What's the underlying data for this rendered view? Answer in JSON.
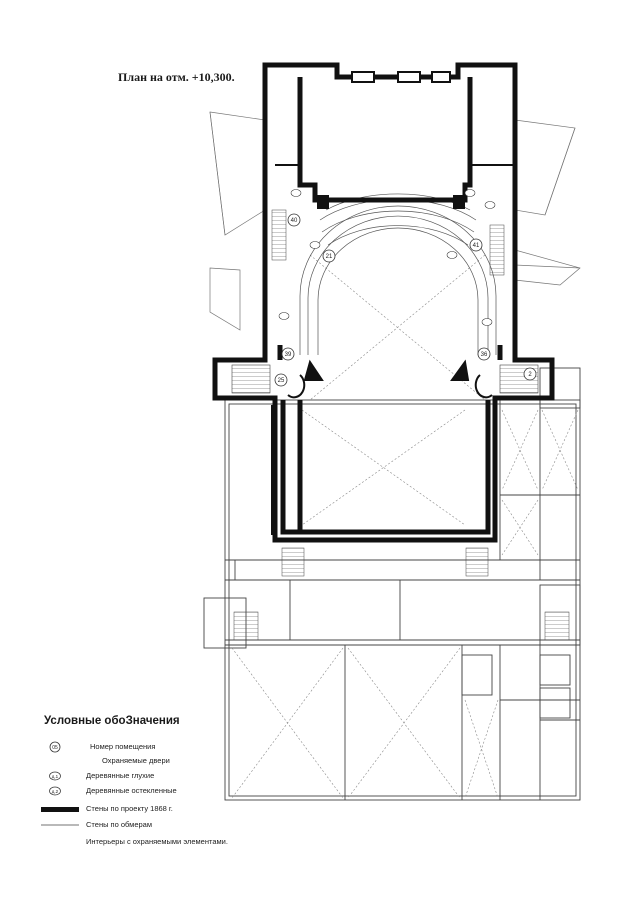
{
  "title": "План на отм. +10,300.",
  "room_numbers": {
    "r40": "40",
    "r41": "41",
    "r21": "21",
    "r39": "39",
    "r36": "36",
    "r25": "25",
    "r2": "2"
  },
  "legend": {
    "title": "Условные обоЗначения",
    "room_number_symbol": "05",
    "room_number": "Номер помещения",
    "protected_doors": "Охраняемые двери",
    "wooden_blind_symbol": "д.1",
    "wooden_blind": "Деревянные глухие",
    "wooden_glazed_symbol": "д.2",
    "wooden_glazed": "Деревянные остекленные",
    "walls_1868": "Стены по проекту 1868 г.",
    "walls_survey": "Стены по обмерам",
    "interiors": "Интерьеры с охраняемыми элементами."
  }
}
